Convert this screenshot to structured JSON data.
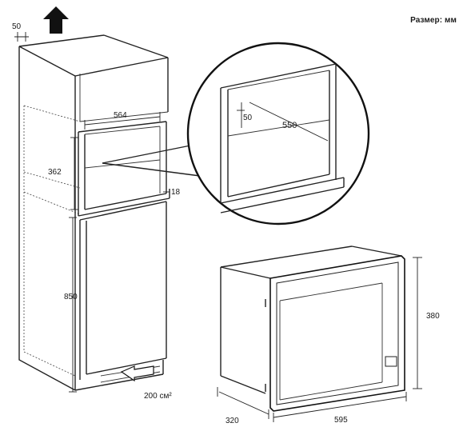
{
  "units_label": "Размер: мм",
  "icons": {
    "up_arrow": "ventilation-arrow-up-icon",
    "airflow_arrow": "airflow-arrow-icon"
  },
  "dimensions": {
    "top_gap": "50",
    "niche_width": "564",
    "niche_height": "362",
    "shelf_thickness": "18",
    "cabinet_height": "850",
    "vent_area": "200 см²",
    "inner_depth": "550",
    "inner_offset": "50",
    "oven_depth": "320",
    "oven_width": "595",
    "oven_height": "380"
  }
}
